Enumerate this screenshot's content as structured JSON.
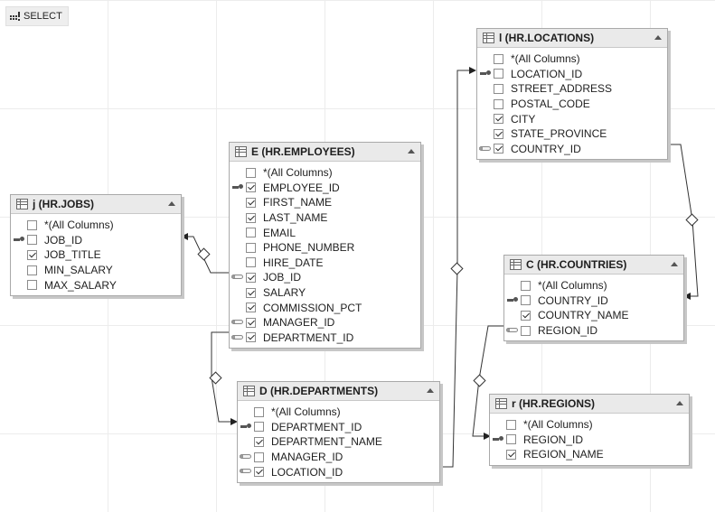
{
  "toolbar": {
    "select_label": "SELECT"
  },
  "tables": [
    {
      "id": "jobs",
      "title": "j (HR.JOBS)",
      "columns": [
        {
          "name": "*(All Columns)",
          "checked": false,
          "key": ""
        },
        {
          "name": "JOB_ID",
          "checked": false,
          "key": "pk"
        },
        {
          "name": "JOB_TITLE",
          "checked": true,
          "key": ""
        },
        {
          "name": "MIN_SALARY",
          "checked": false,
          "key": ""
        },
        {
          "name": "MAX_SALARY",
          "checked": false,
          "key": ""
        }
      ]
    },
    {
      "id": "employees",
      "title": "E (HR.EMPLOYEES)",
      "columns": [
        {
          "name": "*(All Columns)",
          "checked": false,
          "key": ""
        },
        {
          "name": "EMPLOYEE_ID",
          "checked": true,
          "key": "pk"
        },
        {
          "name": "FIRST_NAME",
          "checked": true,
          "key": ""
        },
        {
          "name": "LAST_NAME",
          "checked": true,
          "key": ""
        },
        {
          "name": "EMAIL",
          "checked": false,
          "key": ""
        },
        {
          "name": "PHONE_NUMBER",
          "checked": false,
          "key": ""
        },
        {
          "name": "HIRE_DATE",
          "checked": false,
          "key": ""
        },
        {
          "name": "JOB_ID",
          "checked": true,
          "key": "fk"
        },
        {
          "name": "SALARY",
          "checked": true,
          "key": ""
        },
        {
          "name": "COMMISSION_PCT",
          "checked": true,
          "key": ""
        },
        {
          "name": "MANAGER_ID",
          "checked": true,
          "key": "fk"
        },
        {
          "name": "DEPARTMENT_ID",
          "checked": true,
          "key": "fk"
        }
      ]
    },
    {
      "id": "departments",
      "title": "D (HR.DEPARTMENTS)",
      "columns": [
        {
          "name": "*(All Columns)",
          "checked": false,
          "key": ""
        },
        {
          "name": "DEPARTMENT_ID",
          "checked": false,
          "key": "pk"
        },
        {
          "name": "DEPARTMENT_NAME",
          "checked": true,
          "key": ""
        },
        {
          "name": "MANAGER_ID",
          "checked": false,
          "key": "fk"
        },
        {
          "name": "LOCATION_ID",
          "checked": true,
          "key": "fk"
        }
      ]
    },
    {
      "id": "locations",
      "title": "l (HR.LOCATIONS)",
      "columns": [
        {
          "name": "*(All Columns)",
          "checked": false,
          "key": ""
        },
        {
          "name": "LOCATION_ID",
          "checked": false,
          "key": "pk"
        },
        {
          "name": "STREET_ADDRESS",
          "checked": false,
          "key": ""
        },
        {
          "name": "POSTAL_CODE",
          "checked": false,
          "key": ""
        },
        {
          "name": "CITY",
          "checked": true,
          "key": ""
        },
        {
          "name": "STATE_PROVINCE",
          "checked": true,
          "key": ""
        },
        {
          "name": "COUNTRY_ID",
          "checked": true,
          "key": "fk"
        }
      ]
    },
    {
      "id": "countries",
      "title": "C (HR.COUNTRIES)",
      "columns": [
        {
          "name": "*(All Columns)",
          "checked": false,
          "key": ""
        },
        {
          "name": "COUNTRY_ID",
          "checked": false,
          "key": "pk"
        },
        {
          "name": "COUNTRY_NAME",
          "checked": true,
          "key": ""
        },
        {
          "name": "REGION_ID",
          "checked": false,
          "key": "fk"
        }
      ]
    },
    {
      "id": "regions",
      "title": "r (HR.REGIONS)",
      "columns": [
        {
          "name": "*(All Columns)",
          "checked": false,
          "key": ""
        },
        {
          "name": "REGION_ID",
          "checked": false,
          "key": "pk"
        },
        {
          "name": "REGION_NAME",
          "checked": true,
          "key": ""
        }
      ]
    }
  ],
  "joins": [
    {
      "from": "employees.JOB_ID",
      "to": "jobs.JOB_ID"
    },
    {
      "from": "employees.DEPARTMENT_ID",
      "to": "departments.DEPARTMENT_ID"
    },
    {
      "from": "departments.LOCATION_ID",
      "to": "locations.LOCATION_ID"
    },
    {
      "from": "locations.COUNTRY_ID",
      "to": "countries.COUNTRY_ID"
    },
    {
      "from": "countries.REGION_ID",
      "to": "regions.REGION_ID"
    }
  ]
}
